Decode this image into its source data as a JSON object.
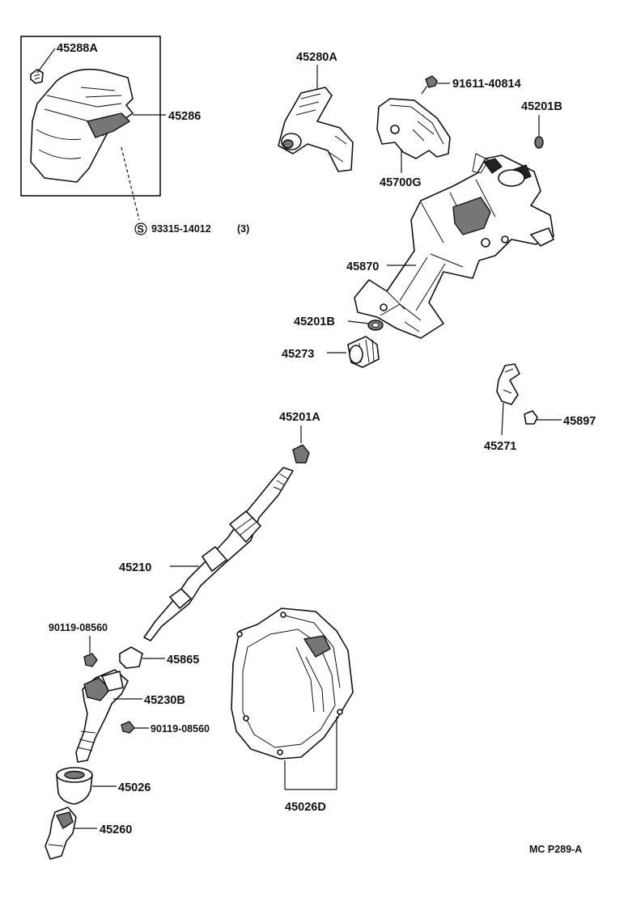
{
  "labels": {
    "l45288A": "45288A",
    "l45286": "45286",
    "l93315": "93315-14012",
    "l93315_qty": "(3)",
    "l93315_symbol": "S",
    "l45280A": "45280A",
    "l91611": "91611-40814",
    "l45201B_top": "45201B",
    "l45700G": "45700G",
    "l45870": "45870",
    "l45201B_mid": "45201B",
    "l45273": "45273",
    "l45271": "45271",
    "l45897": "45897",
    "l45201A": "45201A",
    "l45210": "45210",
    "l90119_a": "90119-08560",
    "l45865": "45865",
    "l45230B": "45230B",
    "l90119_b": "90119-08560",
    "l45026": "45026",
    "l45026D": "45026D",
    "l45260": "45260"
  },
  "footer": {
    "code": "MC  P289-A"
  }
}
